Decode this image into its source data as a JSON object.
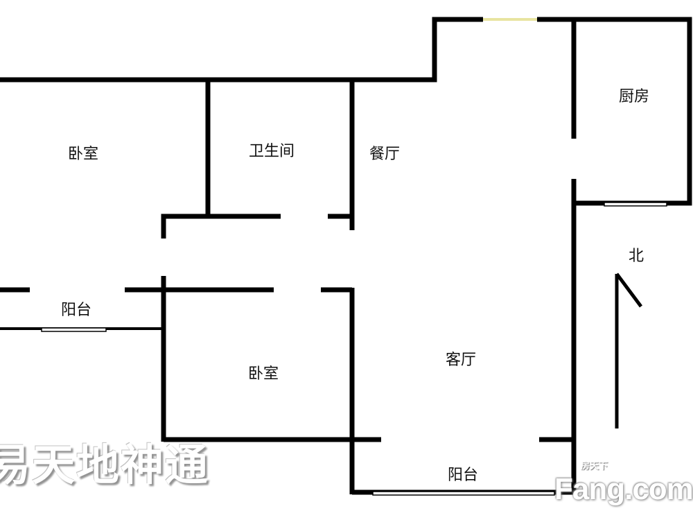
{
  "rooms": {
    "bedroom_1": "卧室",
    "bathroom": "卫生间",
    "dining": "餐厅",
    "kitchen": "厨房",
    "balcony_1": "阳台",
    "bedroom_2": "卧室",
    "living": "客厅",
    "balcony_2": "阳台"
  },
  "compass": {
    "label": "北",
    "icon": "north-arrow-icon"
  },
  "watermarks": {
    "left": "易天地神通",
    "right_cn": "房天下",
    "right_en": "Fang.com"
  },
  "colors": {
    "wall": "#000000",
    "window": "#ffffff",
    "top_opening": "#e8e4a0"
  }
}
